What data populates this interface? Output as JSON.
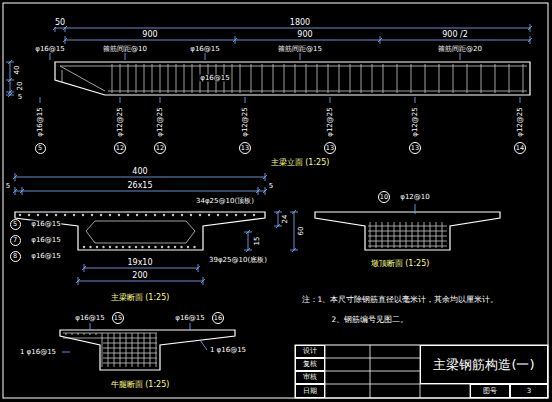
{
  "diagram": {
    "nodes": [
      {
        "text": [
          "5"
        ]
      },
      {
        "text": [
          "12"
        ]
      },
      {
        "text": [
          "12"
        ]
      },
      {
        "text": [
          "13"
        ]
      },
      {
        "text": [
          "13"
        ]
      },
      {
        "text": [
          "13"
        ]
      },
      {
        "text": [
          "14"
        ]
      },
      {
        "text": [
          "5"
        ]
      },
      {
        "text": [
          "7"
        ]
      },
      {
        "text": [
          "8"
        ]
      },
      {
        "text": [
          "10"
        ]
      },
      {
        "text": [
          "15"
        ]
      },
      {
        "text": [
          "16"
        ]
      },
      {
        "text": [
          "设计"
        ]
      },
      {
        "text": [
          "复核"
        ]
      },
      {
        "text": [
          "审核"
        ]
      },
      {
        "text": [
          "日期"
        ]
      },
      {
        "text": [
          "主梁钢筋构造(一)"
        ]
      },
      {
        "text": [
          "图号"
        ]
      },
      {
        "text": [
          "3"
        ]
      }
    ],
    "labels": [
      "50",
      "1800",
      "900",
      "900",
      "900 /2",
      "φ16@15",
      "箍筋间距@10",
      "φ16@15",
      "箍筋间距@15",
      "箍筋间距@20",
      "40",
      "20",
      "5",
      "φ16@15",
      "φ12@25",
      "φ12@25",
      "φ16@15",
      "φ12@25",
      "φ12@25",
      "φ12@25",
      "φ12@25",
      "主梁立面 (1:25)",
      "400",
      "5",
      "26x15",
      "5",
      "34φ25@10(顶板)",
      "φ16@15",
      "φ16@15",
      "φ16@15",
      "15",
      "24",
      "60",
      "39φ25@10(底板)",
      "19x10",
      "200",
      "主梁断面 (1:25)",
      "φ12@10",
      "墩顶断面 (1:25)",
      "φ16@15",
      "φ16@15",
      "1 φ16@15",
      "1 φ16@15",
      "牛腿断面 (1:25)",
      "注：1、本尺寸除钢筋直径以毫米计，其余均以厘米计。",
      "2、钢筋编号见图二。"
    ]
  }
}
